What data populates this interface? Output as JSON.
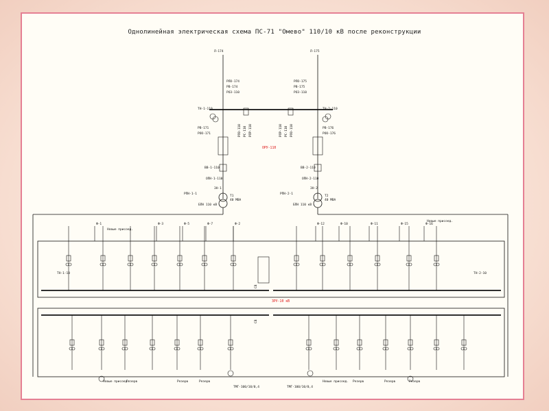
{
  "title": "Однолинейная электрическая схема ПС-71 \"Омево\" 110/10 кВ после реконструкции",
  "hv": {
    "lines": [
      "Л-174",
      "Л-175"
    ],
    "left_apparatus": [
      "РЛО-174",
      "РВ-174",
      "РОЗ-110",
      "ТН-1-110",
      "РВ-171",
      "РОО-171"
    ],
    "right_apparatus": [
      "РЛО-175",
      "РВ-175",
      "РОЗ-110",
      "ТН-2-110",
      "РВ-176",
      "РОО-176"
    ],
    "bridge_labels": [
      "РЛО-110",
      "РС-110",
      "РЛР-110",
      "РЛР-110",
      "РС-110",
      "РЛО-110"
    ],
    "bus_label": "ОРУ-110",
    "breakers": [
      "ВВ-1-110",
      "ВВ-2-110"
    ],
    "opn": [
      "ОПН-1-110",
      "ОПН-2-110"
    ],
    "zns": [
      "ЗН-1",
      "ЗН-2"
    ],
    "rpn": [
      "РПН-1-1",
      "РПН-2-1"
    ],
    "transformers": [
      {
        "name": "T1",
        "rating": "40 МВА",
        "bushing": "БПН 110 кВ"
      },
      {
        "name": "T2",
        "rating": "40 МВА",
        "bushing": "БПН 110 кВ"
      }
    ]
  },
  "mv": {
    "bus_label": "ЗРУ-10 кВ",
    "top_feeders": [
      "Ф-1",
      "Ф-3",
      "Ф-5",
      "Ф-7",
      "Ф-2",
      "Ф-12",
      "Ф-10",
      "Ф-11",
      "Ф-15",
      "Ф-16"
    ],
    "reserve_label": "Новые присоед.",
    "bottom_labels": [
      "Новые присоед.",
      "Резерв",
      "Резерв",
      "Резерв",
      "Новые присоед.",
      "Резерв",
      "Резерв",
      "Резерв"
    ],
    "tsn": [
      "ТМГ-100/10/0,4",
      "ТМГ-100/10/0,4"
    ],
    "sv_labels": [
      "СВ",
      "СВ"
    ],
    "tn_labels": [
      "ТН-1-10",
      "ТН-2-10"
    ]
  }
}
